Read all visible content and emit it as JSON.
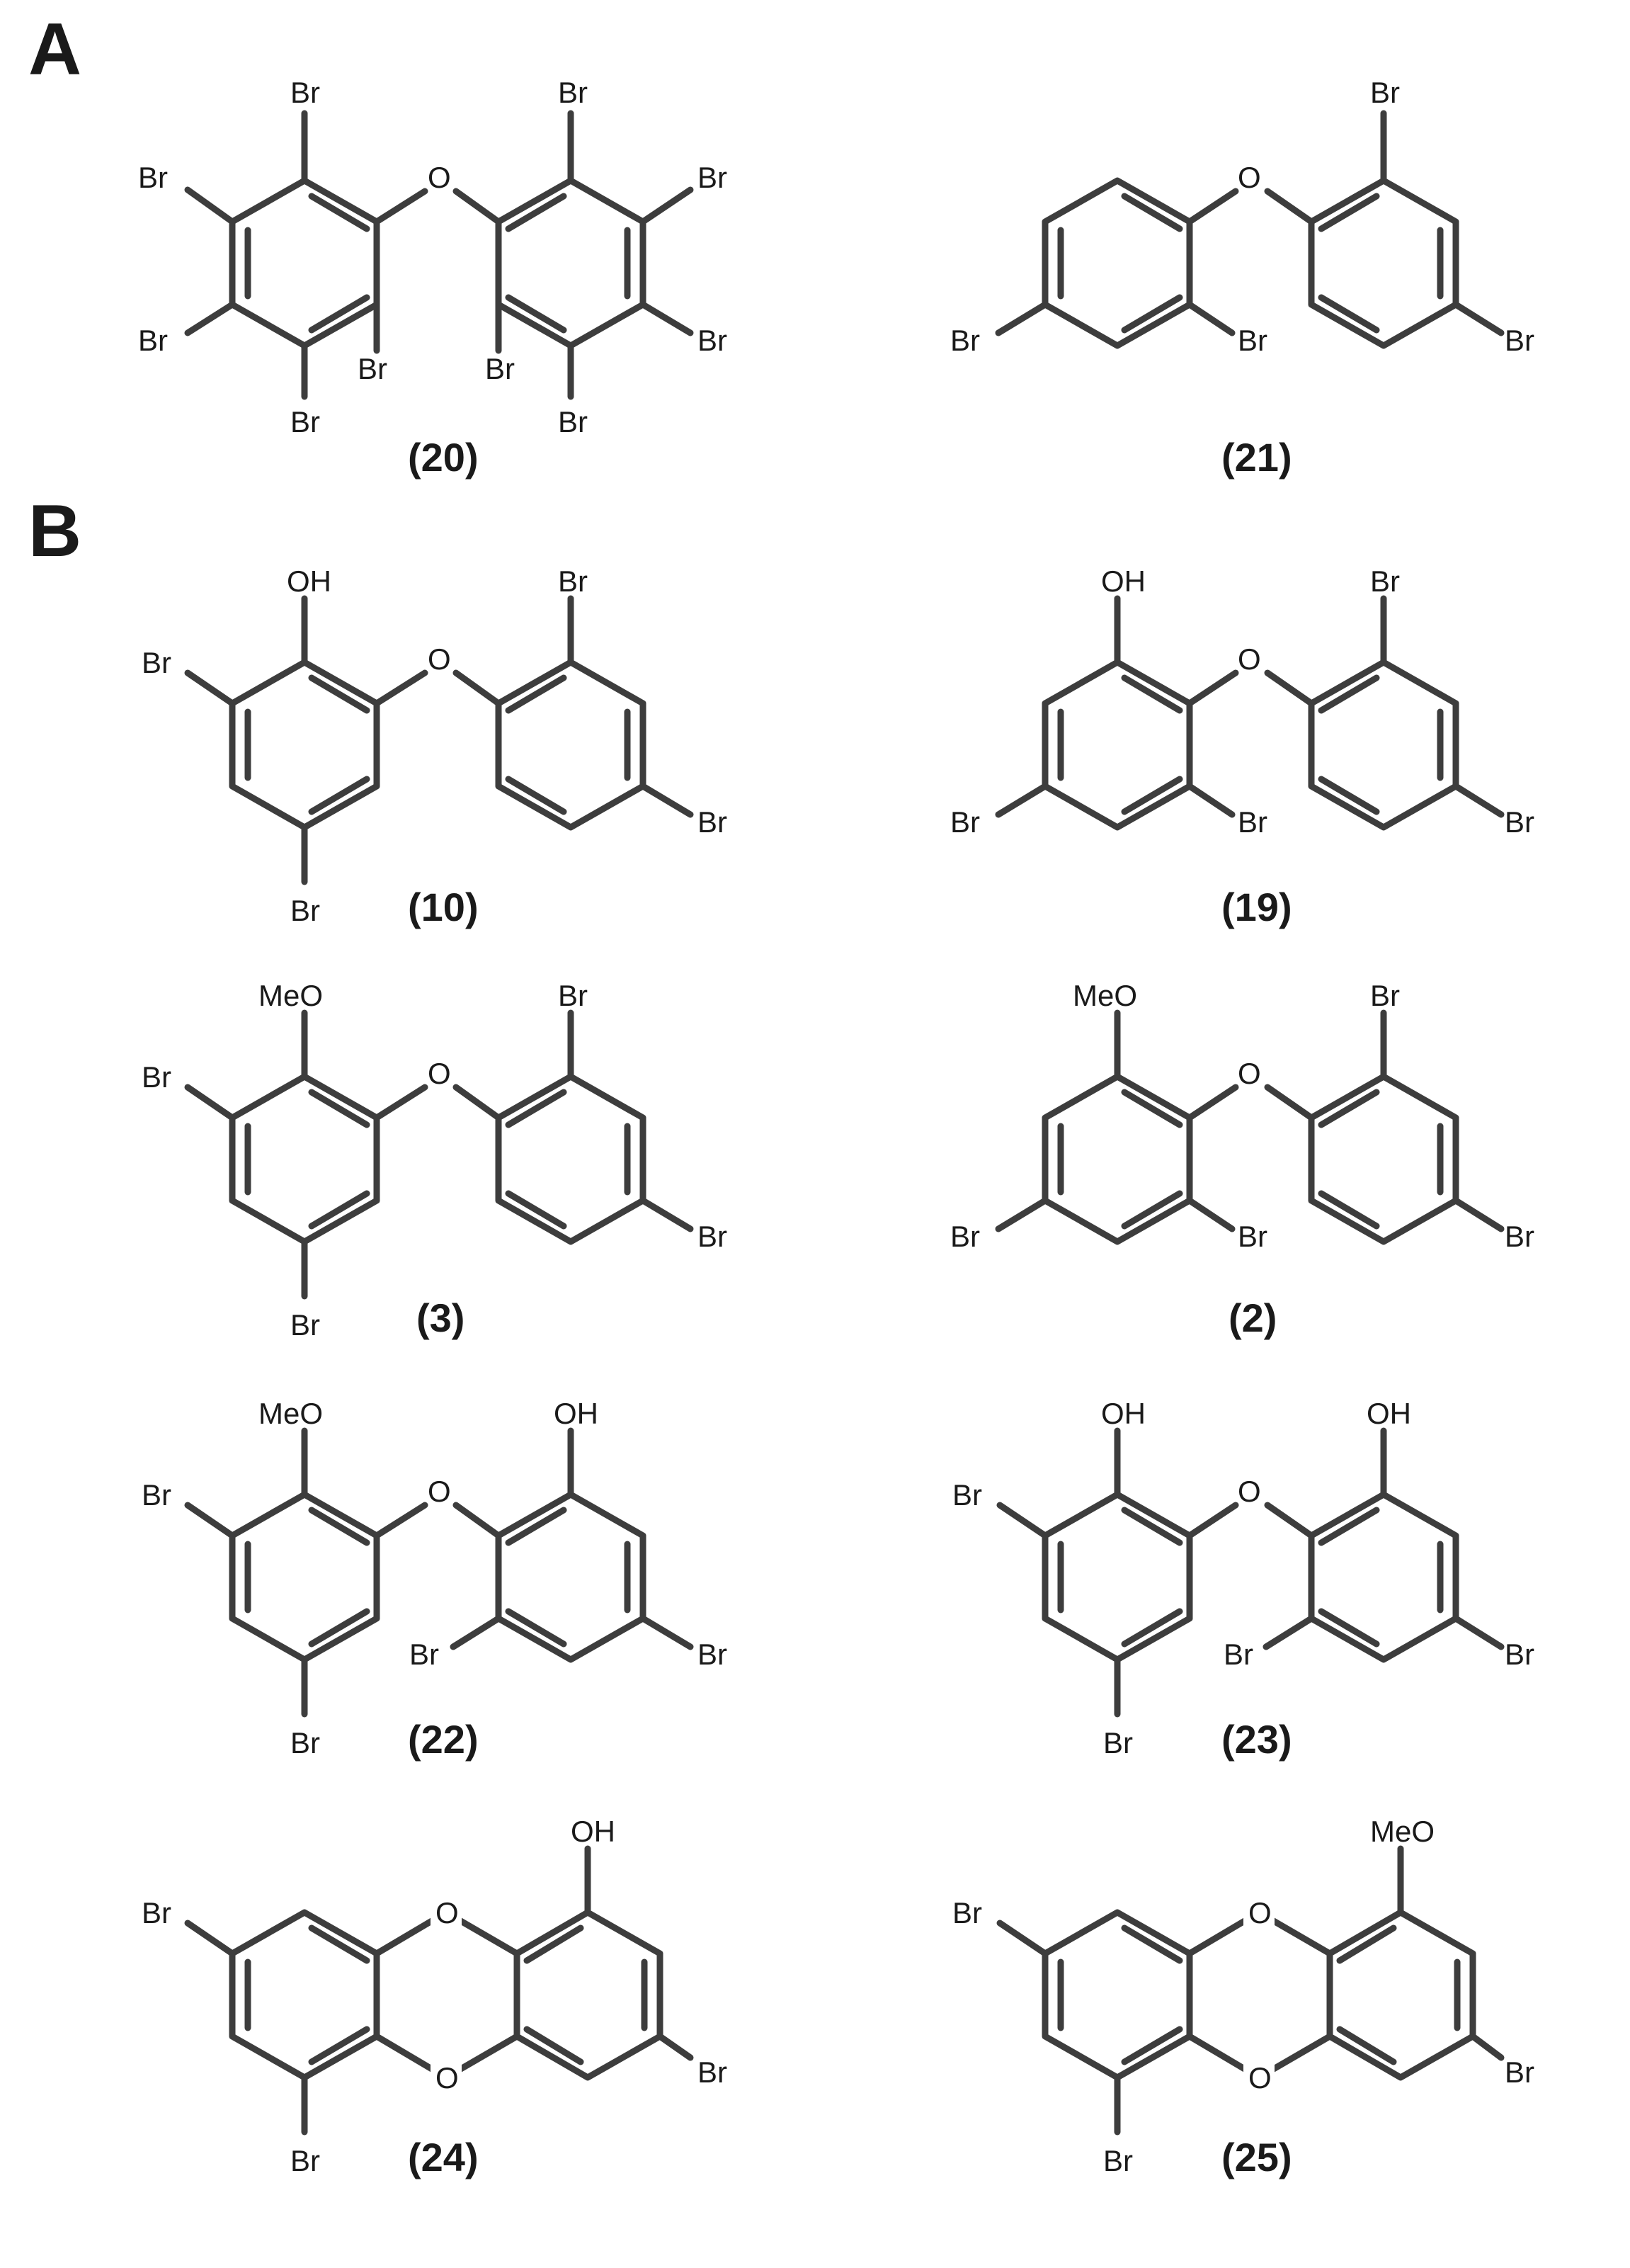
{
  "panels": {
    "a": "A",
    "b": "B"
  },
  "compounds": [
    {
      "id": "(20)",
      "labels": [
        "Br",
        "Br",
        "Br",
        "Br",
        "Br",
        "O",
        "Br",
        "Br",
        "Br",
        "Br",
        "Br"
      ]
    },
    {
      "id": "(21)",
      "labels": [
        "Br",
        "O",
        "Br",
        "Br",
        "Br"
      ]
    },
    {
      "id": "(10)",
      "labels": [
        "OH",
        "Br",
        "Br",
        "O",
        "Br",
        "Br"
      ]
    },
    {
      "id": "(19)",
      "labels": [
        "OH",
        "Br",
        "Br",
        "O",
        "Br",
        "Br"
      ]
    },
    {
      "id": "(3)",
      "labels": [
        "MeO",
        "Br",
        "Br",
        "O",
        "Br",
        "Br"
      ]
    },
    {
      "id": "(2)",
      "labels": [
        "MeO",
        "Br",
        "Br",
        "O",
        "Br",
        "Br"
      ]
    },
    {
      "id": "(22)",
      "labels": [
        "MeO",
        "Br",
        "Br",
        "O",
        "OH",
        "Br",
        "Br"
      ]
    },
    {
      "id": "(23)",
      "labels": [
        "OH",
        "Br",
        "Br",
        "O",
        "OH",
        "Br",
        "Br"
      ]
    },
    {
      "id": "(24)",
      "labels": [
        "Br",
        "Br",
        "O",
        "O",
        "OH",
        "Br"
      ]
    },
    {
      "id": "(25)",
      "labels": [
        "Br",
        "Br",
        "O",
        "O",
        "MeO",
        "Br"
      ]
    }
  ]
}
